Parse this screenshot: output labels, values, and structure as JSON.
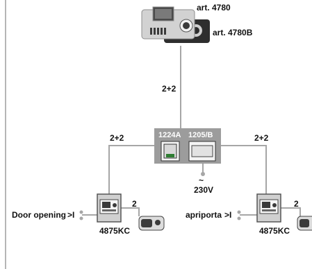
{
  "monitor": {
    "art_main": "art. 4780",
    "art_base": "art. 4780B"
  },
  "bus": {
    "main": "2+2",
    "left": "2+2",
    "right": "2+2"
  },
  "power_unit": {
    "module1": "1224A",
    "module2": "1205/B",
    "supply": "230V"
  },
  "left_station": {
    "model": "4875KC",
    "door_label": "Door opening",
    "wire": "2"
  },
  "right_station": {
    "model": "4875KC",
    "door_label": "apriporta",
    "wire": "2"
  },
  "colors": {
    "wire": "#a6a6a6",
    "device_grey": "#c9c9c9",
    "dark": "#2b2b2b",
    "module_grey": "#9c9c9c"
  }
}
